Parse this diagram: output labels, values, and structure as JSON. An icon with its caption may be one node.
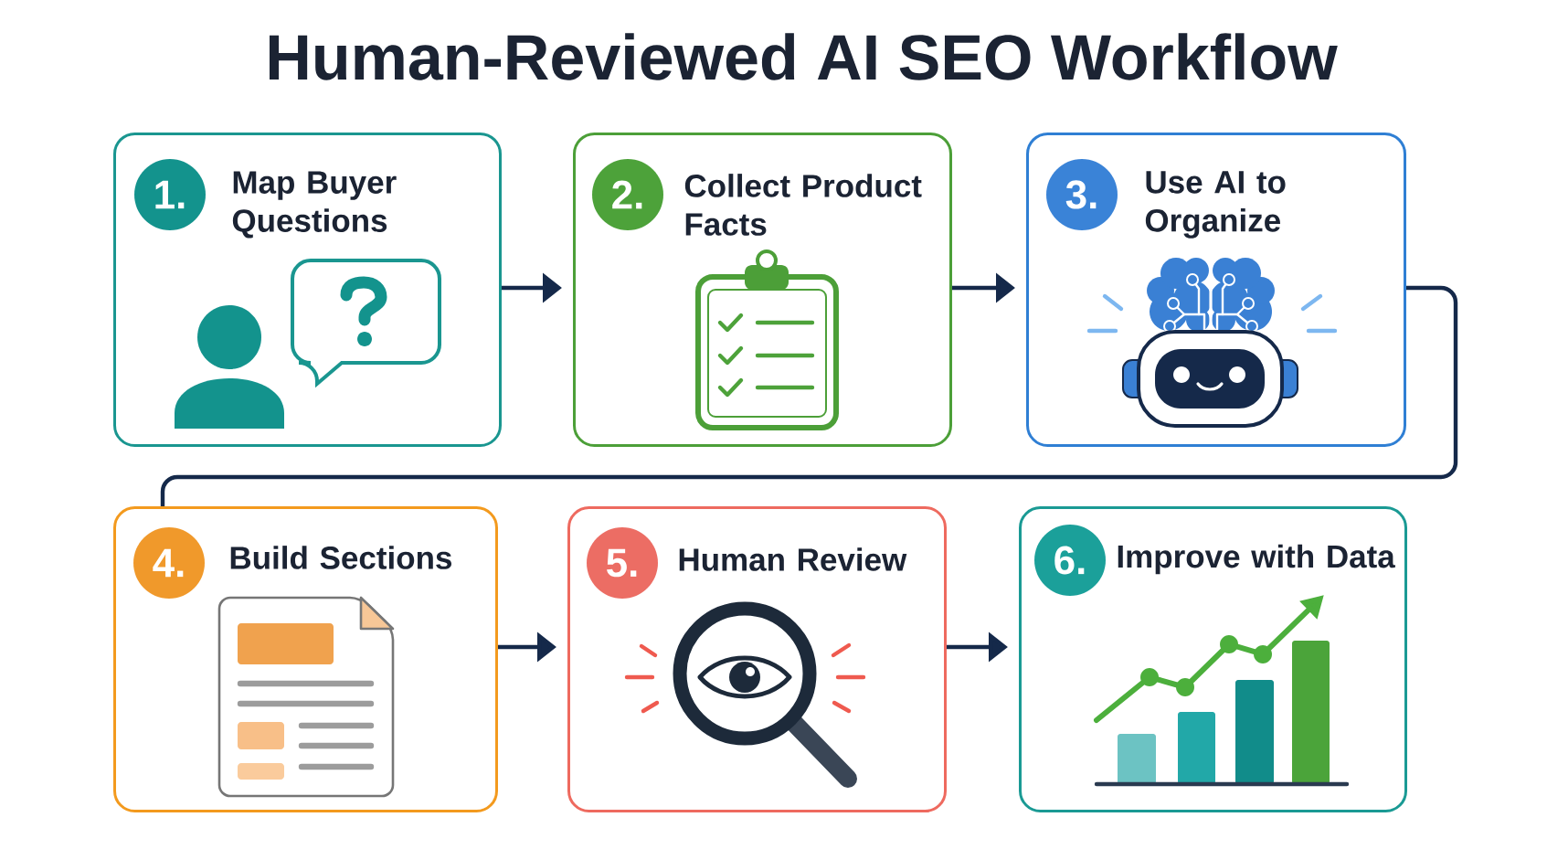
{
  "diagram": {
    "title": "Human-Reviewed AI SEO Workflow",
    "nodes": [
      {
        "text": [
          "Map Buyer Questions"
        ]
      },
      {
        "text": [
          "1."
        ],
        "in": 0
      },
      {
        "text": [
          "Collect Product Facts"
        ]
      },
      {
        "text": [
          "2."
        ],
        "in": 2
      },
      {
        "text": [
          "Use AI to Organize"
        ]
      },
      {
        "text": [
          "3."
        ],
        "in": 4
      },
      {
        "text": [
          "Build Sections"
        ]
      },
      {
        "text": [
          "4."
        ],
        "in": 6
      },
      {
        "text": [
          "Human Review"
        ]
      },
      {
        "text": [
          "5."
        ],
        "in": 8
      },
      {
        "text": [
          "Improve with Data"
        ]
      },
      {
        "text": [
          "6."
        ],
        "in": 10
      }
    ],
    "edges": [
      {
        "from": 0,
        "to": 2,
        "arrow": "to"
      },
      {
        "from": 2,
        "to": 4,
        "arrow": "to"
      },
      {
        "from": 4,
        "to": 6,
        "arrow": "none"
      },
      {
        "from": 6,
        "to": 8,
        "arrow": "to"
      },
      {
        "from": 8,
        "to": 10,
        "arrow": "to"
      }
    ]
  }
}
